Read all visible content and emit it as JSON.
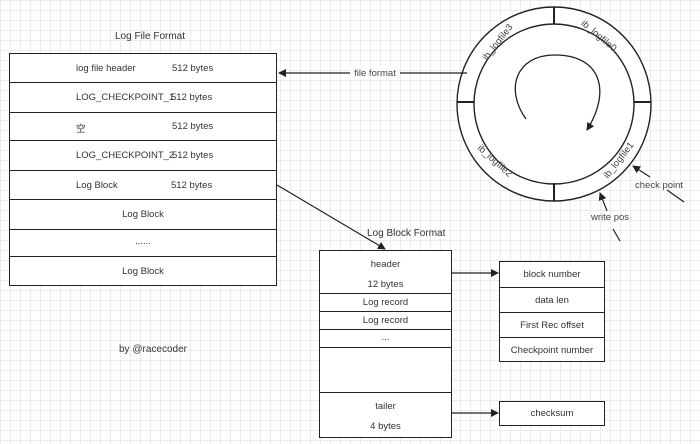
{
  "log_file_format": {
    "title": "Log File Format",
    "rows": [
      {
        "name": "log file header",
        "size": "512 bytes"
      },
      {
        "name": "LOG_CHECKPOINT_1",
        "size": "512 bytes"
      },
      {
        "name": "空",
        "size": "512 bytes"
      },
      {
        "name": "LOG_CHECKPOINT_2",
        "size": "512 bytes"
      },
      {
        "name": "Log Block",
        "size": "512 bytes"
      },
      {
        "name": "Log Block",
        "size": ""
      },
      {
        "name": "......",
        "size": ""
      },
      {
        "name": "Log Block",
        "size": ""
      }
    ]
  },
  "ring": {
    "files": [
      "ib_logfile0",
      "ib_logfile1",
      "ib_logfile2",
      "ib_logfile3"
    ],
    "file_format_label": "file format",
    "check_point_label": "check point",
    "write_pos_label": "write pos"
  },
  "log_block_format": {
    "title": "Log Block Format",
    "header": {
      "name": "header",
      "size": "12 bytes"
    },
    "records": [
      "Log record",
      "Log record",
      "..."
    ],
    "tailer": {
      "name": "tailer",
      "size": "4 bytes"
    }
  },
  "header_fields": [
    "block number",
    "data len",
    "First Rec offset",
    "Checkpoint number"
  ],
  "tailer_fields": [
    "checksum"
  ],
  "credit": "by @racecoder"
}
